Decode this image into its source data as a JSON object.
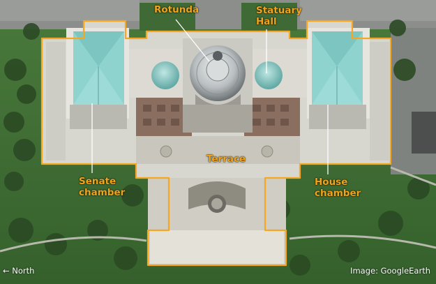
{
  "labels": {
    "rotunda": "Rotunda",
    "statuary_line1": "Statuary",
    "statuary_line2": "Hall",
    "terrace": "Terrace",
    "senate_line1": "Senate",
    "senate_line2": "chamber",
    "house_line1": "House",
    "house_line2": "chamber"
  },
  "compass": {
    "arrow": "←",
    "label": "North"
  },
  "credit": "Image: GoogleEarth",
  "colors": {
    "outline": "#f5a623",
    "label_text": "#f2a51a",
    "leader_line": "#ffffff",
    "roof_teal": "#8fd3cf",
    "lawn": "#3e6b33"
  }
}
